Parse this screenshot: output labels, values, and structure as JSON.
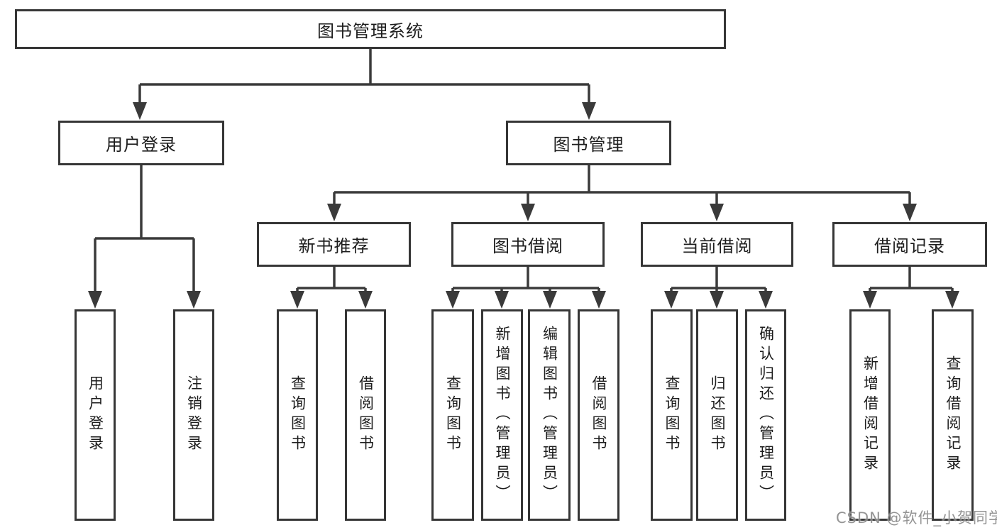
{
  "diagram": {
    "title": "图书管理系统",
    "colors": {
      "line": "#3a3a3a",
      "border": "#363636",
      "background": "#ffffff",
      "text": "#1d1d1d",
      "watermark": "#7d7d7d"
    },
    "nodes": {
      "root": "图书管理系统",
      "user_login_group": "用户登录",
      "book_management": "图书管理",
      "new_book_recommend": "新书推荐",
      "book_borrow": "图书借阅",
      "current_borrow": "当前借阅",
      "borrow_record": "借阅记录",
      "ul_user_login": "用户登录",
      "ul_logout": "注销登录",
      "nb_query_book": "查询图书",
      "nb_borrow_book": "借阅图书",
      "bb_query_book": "查询图书",
      "bb_add_book": "新增图书（管理员）",
      "bb_edit_book": "编辑图书（管理员）",
      "bb_borrow_book": "借阅图书",
      "cb_query_book": "查询图书",
      "cb_return_book": "归还图书",
      "cb_confirm_return": "确认归还（管理员）",
      "br_add_record": "新增借阅记录",
      "br_query_record": "查询借阅记录"
    }
  },
  "watermark": "CSDN @软件_小贺同学"
}
